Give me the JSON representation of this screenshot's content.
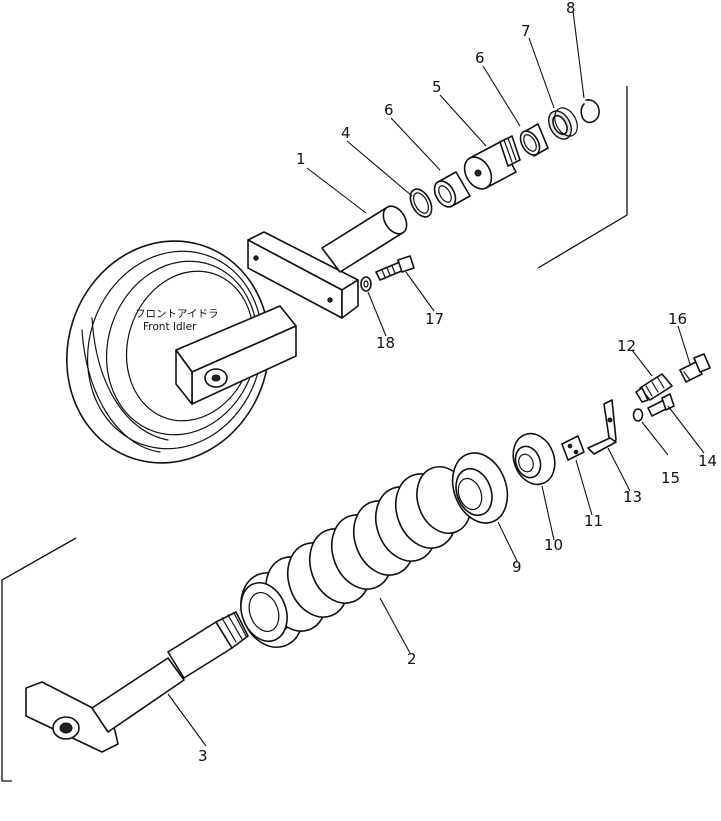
{
  "diagram": {
    "caption_jp": "フロントアイドラ",
    "caption_en": "Front Idler",
    "callouts": [
      "1",
      "2",
      "3",
      "4",
      "5",
      "6",
      "6",
      "7",
      "8",
      "9",
      "10",
      "11",
      "12",
      "13",
      "14",
      "15",
      "16",
      "17",
      "18"
    ]
  }
}
